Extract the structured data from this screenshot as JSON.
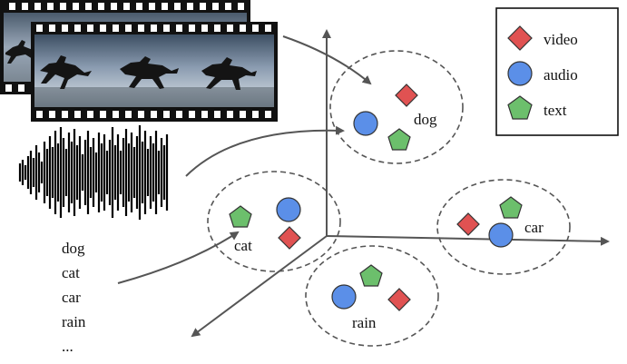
{
  "legend": {
    "items": [
      {
        "label": "video",
        "shape": "diamond",
        "color": "#e05252"
      },
      {
        "label": "audio",
        "shape": "circle",
        "color": "#5b8fe8"
      },
      {
        "label": "text",
        "shape": "pentagon",
        "color": "#6cbf6c"
      }
    ]
  },
  "clusters": {
    "dog": "dog",
    "cat": "cat",
    "car": "car",
    "rain": "rain"
  },
  "word_list": [
    "dog",
    "cat",
    "car",
    "rain",
    "..."
  ],
  "colors": {
    "video": "#e05252",
    "audio": "#5b8fe8",
    "text": "#6cbf6c",
    "stroke": "#333333",
    "axis": "#555555"
  }
}
